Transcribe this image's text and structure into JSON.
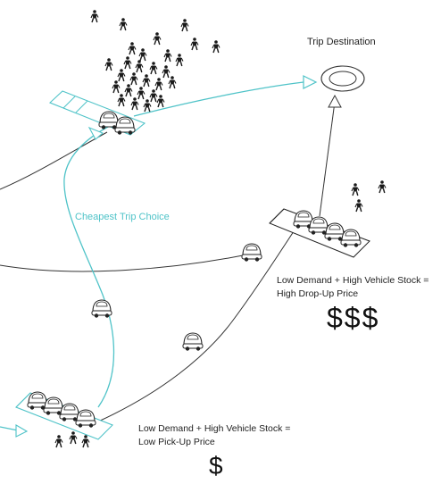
{
  "labels": {
    "destination": "Trip Destination",
    "cheapest": "Cheapest Trip Choice",
    "dropoff_line1": "Low Demand + High Vehicle Stock =",
    "dropoff_line2": "High Drop-Up Price",
    "pickup_line1": "Low Demand + High Vehicle Stock =",
    "pickup_line2": "Low Pick-Up Price"
  },
  "prices": {
    "high": "$$$",
    "low": "$"
  },
  "colors": {
    "accent": "#4fc3c8",
    "ink": "#222222",
    "background": "#ffffff"
  },
  "icons": {
    "vehicle": "pod-car-icon",
    "person": "pedestrian-icon",
    "destination": "destination-ring-icon"
  }
}
